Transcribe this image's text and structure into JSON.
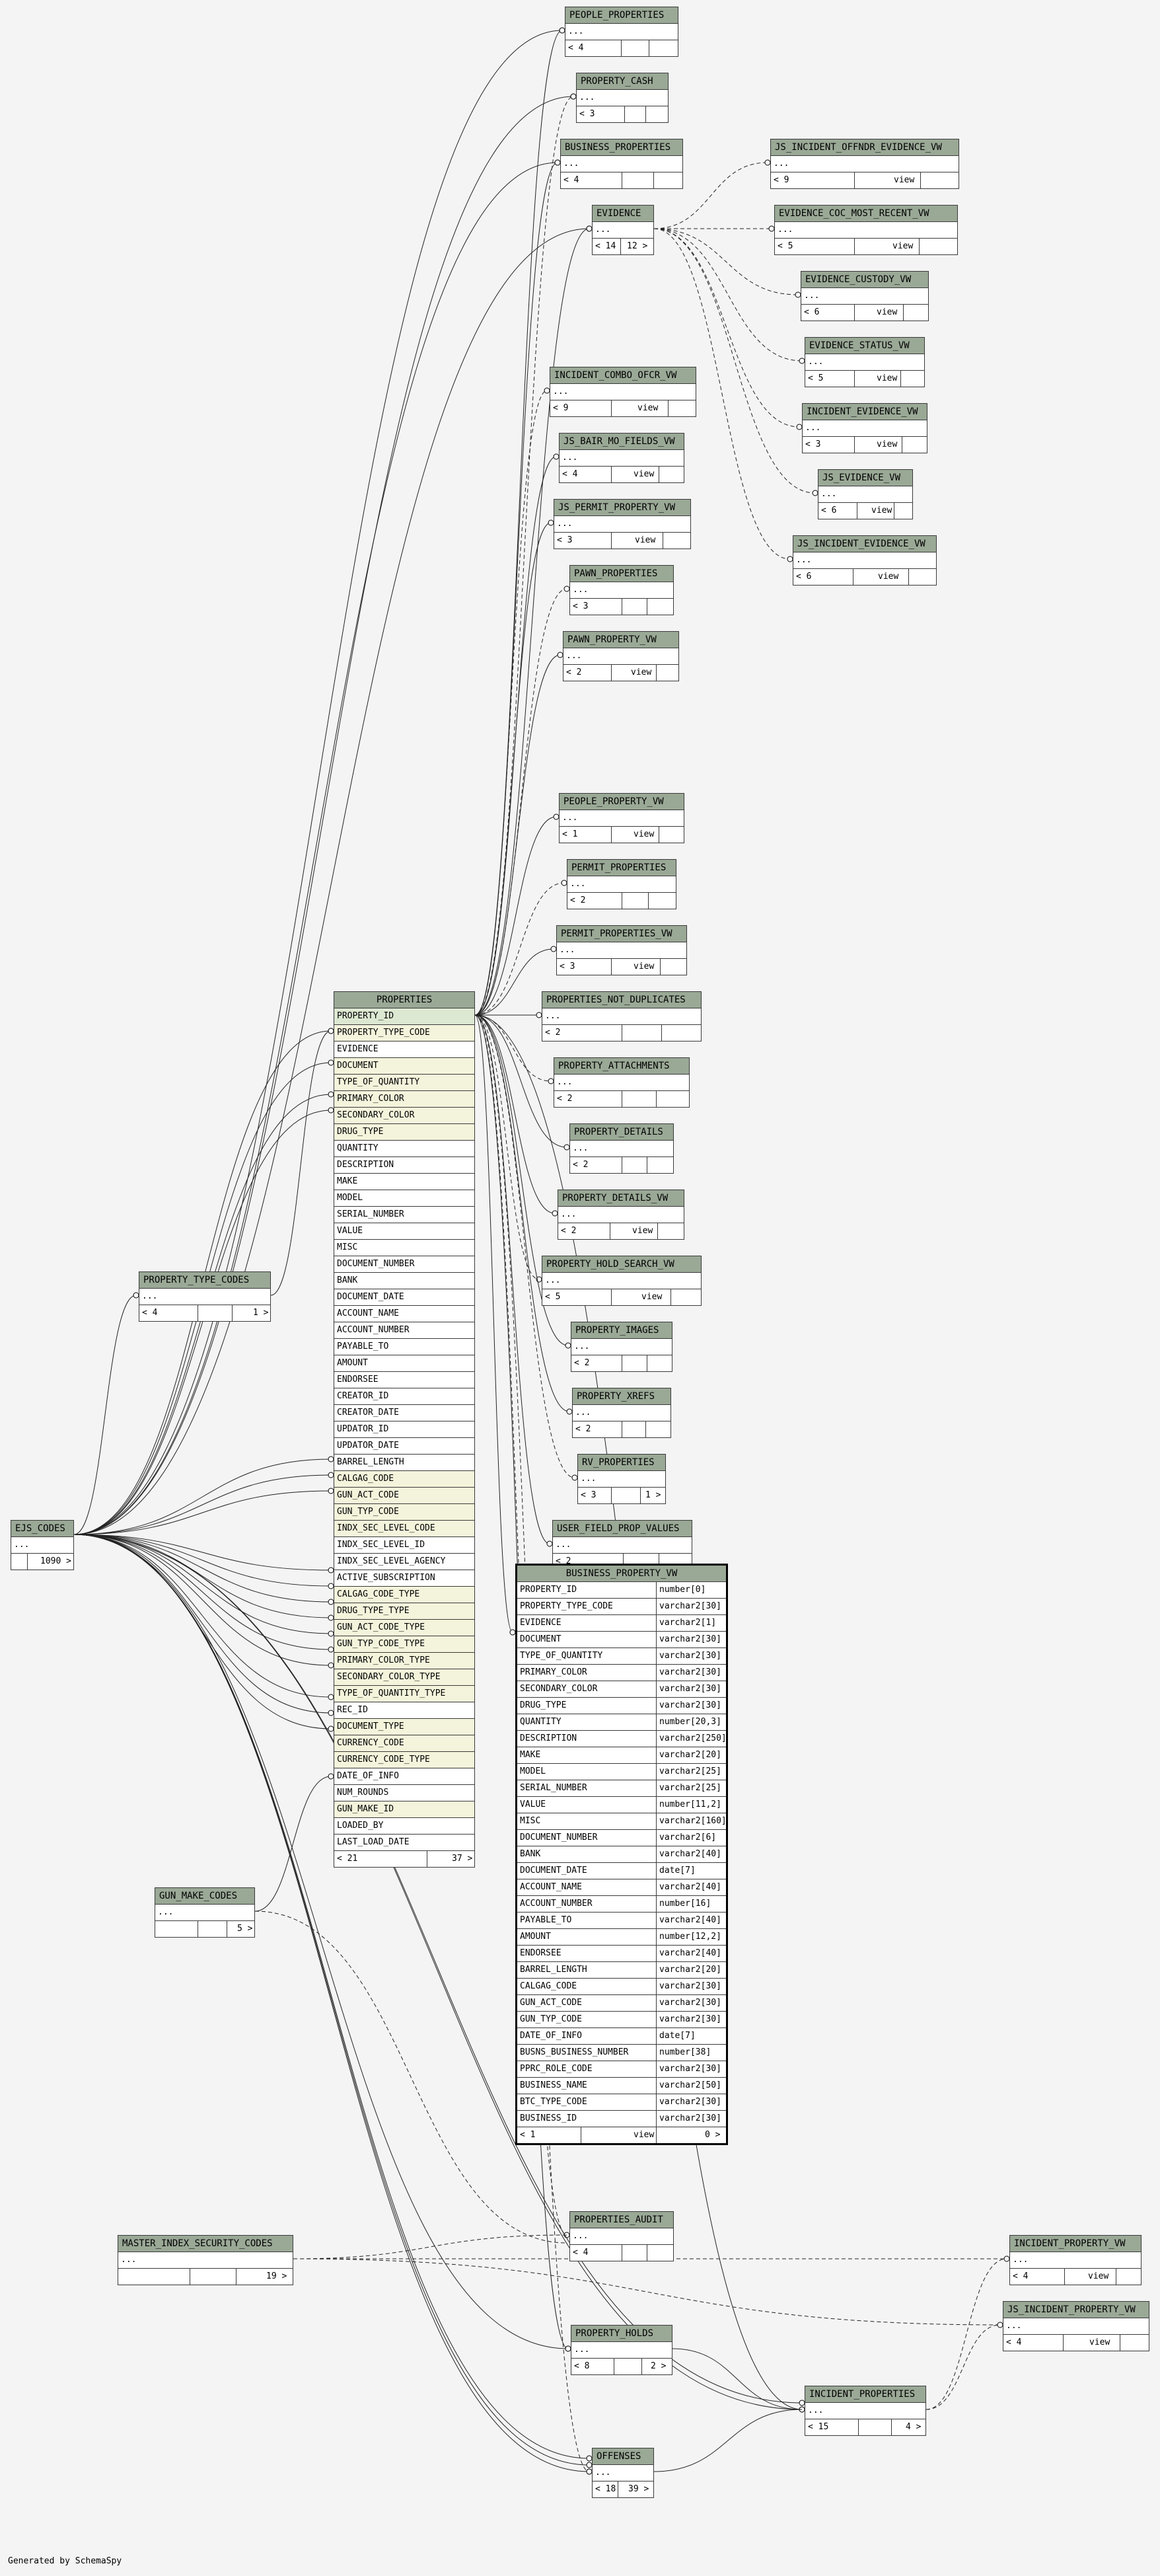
{
  "generated_by": "Generated by SchemaSpy",
  "tables": [
    {
      "name": "PEOPLE_PROPERTIES",
      "cols": [
        "..."
      ],
      "foot": [
        "< 4",
        "",
        ""
      ]
    },
    {
      "name": "PROPERTY_CASH",
      "cols": [
        "..."
      ],
      "foot": [
        "< 3",
        "",
        ""
      ]
    },
    {
      "name": "BUSINESS_PROPERTIES",
      "cols": [
        "..."
      ],
      "foot": [
        "< 4",
        "",
        ""
      ]
    },
    {
      "name": "EVIDENCE",
      "cols": [
        "..."
      ],
      "foot": [
        "< 14",
        "12 >",
        ""
      ]
    },
    {
      "name": "JS_INCIDENT_OFFNDR_EVIDENCE_VW",
      "cols": [
        "..."
      ],
      "foot": [
        "< 9",
        "view",
        ""
      ]
    },
    {
      "name": "EVIDENCE_COC_MOST_RECENT_VW",
      "cols": [
        "..."
      ],
      "foot": [
        "< 5",
        "view",
        ""
      ]
    },
    {
      "name": "EVIDENCE_CUSTODY_VW",
      "cols": [
        "..."
      ],
      "foot": [
        "< 6",
        "view",
        ""
      ]
    },
    {
      "name": "EVIDENCE_STATUS_VW",
      "cols": [
        "..."
      ],
      "foot": [
        "< 5",
        "view",
        ""
      ]
    },
    {
      "name": "INCIDENT_EVIDENCE_VW",
      "cols": [
        "..."
      ],
      "foot": [
        "< 3",
        "view",
        ""
      ]
    },
    {
      "name": "JS_EVIDENCE_VW",
      "cols": [
        "..."
      ],
      "foot": [
        "< 6",
        "view",
        ""
      ]
    },
    {
      "name": "JS_INCIDENT_EVIDENCE_VW",
      "cols": [
        "..."
      ],
      "foot": [
        "< 6",
        "view",
        ""
      ]
    },
    {
      "name": "INCIDENT_COMBO_OFCR_VW",
      "cols": [
        "..."
      ],
      "foot": [
        "< 9",
        "view",
        ""
      ]
    },
    {
      "name": "JS_BAIR_MO_FIELDS_VW",
      "cols": [
        "..."
      ],
      "foot": [
        "< 4",
        "view",
        ""
      ]
    },
    {
      "name": "JS_PERMIT_PROPERTY_VW",
      "cols": [
        "..."
      ],
      "foot": [
        "< 3",
        "view",
        ""
      ]
    },
    {
      "name": "PAWN_PROPERTIES",
      "cols": [
        "..."
      ],
      "foot": [
        "< 3",
        "",
        ""
      ]
    },
    {
      "name": "PAWN_PROPERTY_VW",
      "cols": [
        "..."
      ],
      "foot": [
        "< 2",
        "view",
        ""
      ]
    },
    {
      "name": "PEOPLE_PROPERTY_VW",
      "cols": [
        "..."
      ],
      "foot": [
        "< 1",
        "view",
        ""
      ]
    },
    {
      "name": "PERMIT_PROPERTIES",
      "cols": [
        "..."
      ],
      "foot": [
        "< 2",
        "",
        ""
      ]
    },
    {
      "name": "PERMIT_PROPERTIES_VW",
      "cols": [
        "..."
      ],
      "foot": [
        "< 3",
        "view",
        ""
      ]
    },
    {
      "name": "PROPERTIES_NOT_DUPLICATES",
      "cols": [
        "..."
      ],
      "foot": [
        "< 2",
        "",
        ""
      ]
    },
    {
      "name": "PROPERTY_ATTACHMENTS",
      "cols": [
        "..."
      ],
      "foot": [
        "< 2",
        "",
        ""
      ]
    },
    {
      "name": "PROPERTY_DETAILS",
      "cols": [
        "..."
      ],
      "foot": [
        "< 2",
        "",
        ""
      ]
    },
    {
      "name": "PROPERTY_DETAILS_VW",
      "cols": [
        "..."
      ],
      "foot": [
        "< 2",
        "view",
        ""
      ]
    },
    {
      "name": "PROPERTY_HOLD_SEARCH_VW",
      "cols": [
        "..."
      ],
      "foot": [
        "< 5",
        "view",
        ""
      ]
    },
    {
      "name": "PROPERTY_IMAGES",
      "cols": [
        "..."
      ],
      "foot": [
        "< 2",
        "",
        ""
      ]
    },
    {
      "name": "PROPERTY_XREFS",
      "cols": [
        "..."
      ],
      "foot": [
        "< 2",
        "",
        ""
      ]
    },
    {
      "name": "RV_PROPERTIES",
      "cols": [
        "..."
      ],
      "foot": [
        "< 3",
        "1 >",
        ""
      ]
    },
    {
      "name": "USER_FIELD_PROP_VALUES",
      "cols": [
        "..."
      ],
      "foot": [
        "< 2",
        "",
        ""
      ]
    },
    {
      "name": "PROPERTIES",
      "cols": [
        "PROPERTY_ID",
        "PROPERTY_TYPE_CODE",
        "EVIDENCE",
        "DOCUMENT",
        "TYPE_OF_QUANTITY",
        "PRIMARY_COLOR",
        "SECONDARY_COLOR",
        "DRUG_TYPE",
        "QUANTITY",
        "DESCRIPTION",
        "MAKE",
        "MODEL",
        "SERIAL_NUMBER",
        "VALUE",
        "MISC",
        "DOCUMENT_NUMBER",
        "BANK",
        "DOCUMENT_DATE",
        "ACCOUNT_NAME",
        "ACCOUNT_NUMBER",
        "PAYABLE_TO",
        "AMOUNT",
        "ENDORSEE",
        "CREATOR_ID",
        "CREATOR_DATE",
        "UPDATOR_ID",
        "UPDATOR_DATE",
        "BARREL_LENGTH",
        "CALGAG_CODE",
        "GUN_ACT_CODE",
        "GUN_TYP_CODE",
        "INDX_SEC_LEVEL_CODE",
        "INDX_SEC_LEVEL_ID",
        "INDX_SEC_LEVEL_AGENCY",
        "ACTIVE_SUBSCRIPTION",
        "CALGAG_CODE_TYPE",
        "DRUG_TYPE_TYPE",
        "GUN_ACT_CODE_TYPE",
        "GUN_TYP_CODE_TYPE",
        "PRIMARY_COLOR_TYPE",
        "SECONDARY_COLOR_TYPE",
        "TYPE_OF_QUANTITY_TYPE",
        "REC_ID",
        "DOCUMENT_TYPE",
        "CURRENCY_CODE",
        "CURRENCY_CODE_TYPE",
        "DATE_OF_INFO",
        "NUM_ROUNDS",
        "GUN_MAKE_ID",
        "LOADED_BY",
        "LAST_LOAD_DATE"
      ],
      "foot": [
        "< 21",
        "37 >",
        ""
      ]
    },
    {
      "name": "PROPERTY_TYPE_CODES",
      "cols": [
        "..."
      ],
      "foot": [
        "< 4",
        "1 >",
        ""
      ]
    },
    {
      "name": "EJS_CODES",
      "cols": [
        "..."
      ],
      "foot": [
        "",
        "1090 >",
        ""
      ]
    },
    {
      "name": "BUSINESS_PROPERTY_VW",
      "cols": [
        "PROPERTY_ID",
        "PROPERTY_TYPE_CODE",
        "EVIDENCE",
        "DOCUMENT",
        "TYPE_OF_QUANTITY",
        "PRIMARY_COLOR",
        "SECONDARY_COLOR",
        "DRUG_TYPE",
        "QUANTITY",
        "DESCRIPTION",
        "MAKE",
        "MODEL",
        "SERIAL_NUMBER",
        "VALUE",
        "MISC",
        "DOCUMENT_NUMBER",
        "BANK",
        "DOCUMENT_DATE",
        "ACCOUNT_NAME",
        "ACCOUNT_NUMBER",
        "PAYABLE_TO",
        "AMOUNT",
        "ENDORSEE",
        "BARREL_LENGTH",
        "CALGAG_CODE",
        "GUN_ACT_CODE",
        "GUN_TYP_CODE",
        "DATE_OF_INFO",
        "BUSNS_BUSINESS_NUMBER",
        "PPRC_ROLE_CODE",
        "BUSINESS_NAME",
        "BTC_TYPE_CODE",
        "BUSINESS_ID"
      ],
      "types": [
        "number[0]",
        "varchar2[30]",
        "varchar2[1]",
        "varchar2[30]",
        "varchar2[30]",
        "varchar2[30]",
        "varchar2[30]",
        "varchar2[30]",
        "number[20,3]",
        "varchar2[250]",
        "varchar2[20]",
        "varchar2[25]",
        "varchar2[25]",
        "number[11,2]",
        "varchar2[160]",
        "varchar2[6]",
        "varchar2[40]",
        "date[7]",
        "varchar2[40]",
        "number[16]",
        "varchar2[40]",
        "number[12,2]",
        "varchar2[40]",
        "varchar2[20]",
        "varchar2[30]",
        "varchar2[30]",
        "varchar2[30]",
        "date[7]",
        "number[38]",
        "varchar2[30]",
        "varchar2[50]",
        "varchar2[30]",
        "varchar2[30]"
      ],
      "foot": [
        "< 1",
        "view",
        "0 >"
      ]
    },
    {
      "name": "GUN_MAKE_CODES",
      "cols": [
        "..."
      ],
      "foot": [
        "",
        "5 >",
        ""
      ]
    },
    {
      "name": "PROPERTIES_AUDIT",
      "cols": [
        "..."
      ],
      "foot": [
        "< 4",
        "",
        ""
      ]
    },
    {
      "name": "INCIDENT_PROPERTY_VW",
      "cols": [
        "..."
      ],
      "foot": [
        "< 4",
        "view",
        ""
      ]
    },
    {
      "name": "MASTER_INDEX_SECURITY_CODES",
      "cols": [
        "..."
      ],
      "foot": [
        "",
        "19 >",
        ""
      ]
    },
    {
      "name": "JS_INCIDENT_PROPERTY_VW",
      "cols": [
        "..."
      ],
      "foot": [
        "< 4",
        "view",
        ""
      ]
    },
    {
      "name": "PROPERTY_HOLDS",
      "cols": [
        "..."
      ],
      "foot": [
        "< 8",
        "2 >",
        ""
      ]
    },
    {
      "name": "INCIDENT_PROPERTIES",
      "cols": [
        "..."
      ],
      "foot": [
        "< 15",
        "4 >",
        ""
      ]
    },
    {
      "name": "OFFENSES",
      "cols": [
        "..."
      ],
      "foot": [
        "< 18",
        "39 >",
        ""
      ]
    }
  ]
}
